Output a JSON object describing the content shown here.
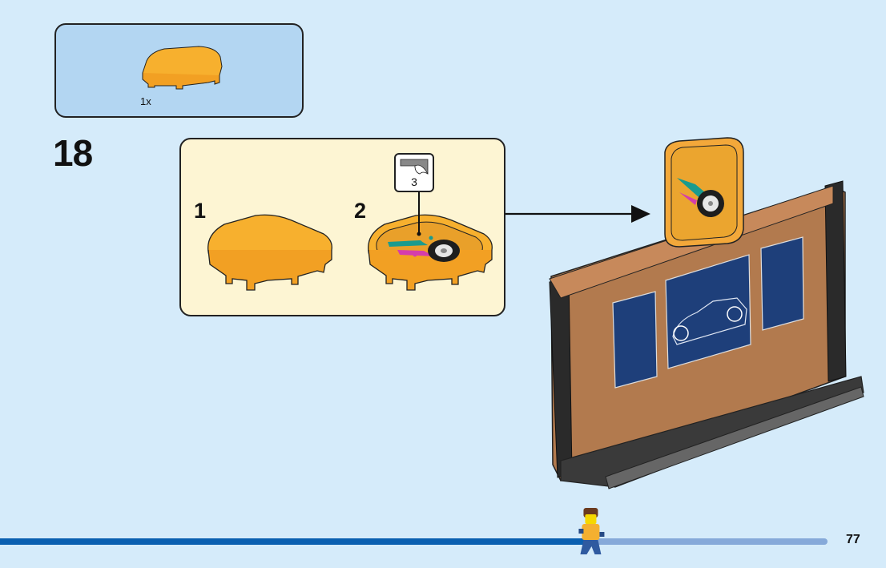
{
  "parts_callout": {
    "quantity_label": "1x",
    "part": "orange-rounded-tile-2x2"
  },
  "step": {
    "number": "18"
  },
  "sub_steps": [
    {
      "label": "1",
      "part": "orange-rounded-tile-2x2"
    },
    {
      "label": "2",
      "part": "orange-rounded-tile-2x2-with-sticker"
    }
  ],
  "sticker": {
    "number": "3",
    "icon": "sticker-peel-icon"
  },
  "model": {
    "description": "brown wall with blue blueprint panels and orange sign"
  },
  "colors": {
    "background": "#d5ebfa",
    "parts_box": "#b3d6f2",
    "sub_box": "#fdf5d3",
    "tile_orange": "#f7b02e",
    "progress_done": "#0a5fb0",
    "progress_remaining": "#86a9d9"
  },
  "progress": {
    "fraction_complete": 0.71
  },
  "footer": {
    "page_number": "77"
  }
}
